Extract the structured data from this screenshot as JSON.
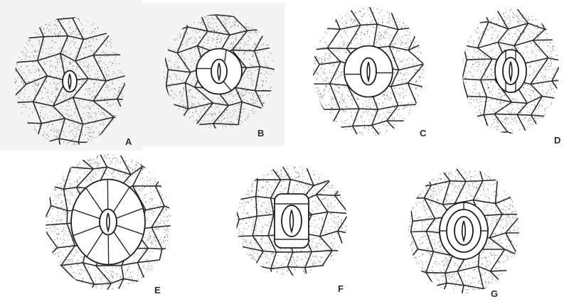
{
  "panels": [
    {
      "id": "A",
      "label": "A",
      "type": "anomocytic"
    },
    {
      "id": "B",
      "label": "B",
      "type": "anisocytic"
    },
    {
      "id": "C",
      "label": "C",
      "type": "diacytic"
    },
    {
      "id": "D",
      "label": "D",
      "type": "paracytic"
    },
    {
      "id": "E",
      "label": "E",
      "type": "actinocytic"
    },
    {
      "id": "F",
      "label": "F",
      "type": "tetracytic"
    },
    {
      "id": "G",
      "label": "G",
      "type": "cyclocytic"
    }
  ],
  "colors": {
    "stroke": "#2a2a2a",
    "stipple": "#555555",
    "subsidiary": "#ffffff",
    "panel_bg": "#f4f4f4"
  }
}
